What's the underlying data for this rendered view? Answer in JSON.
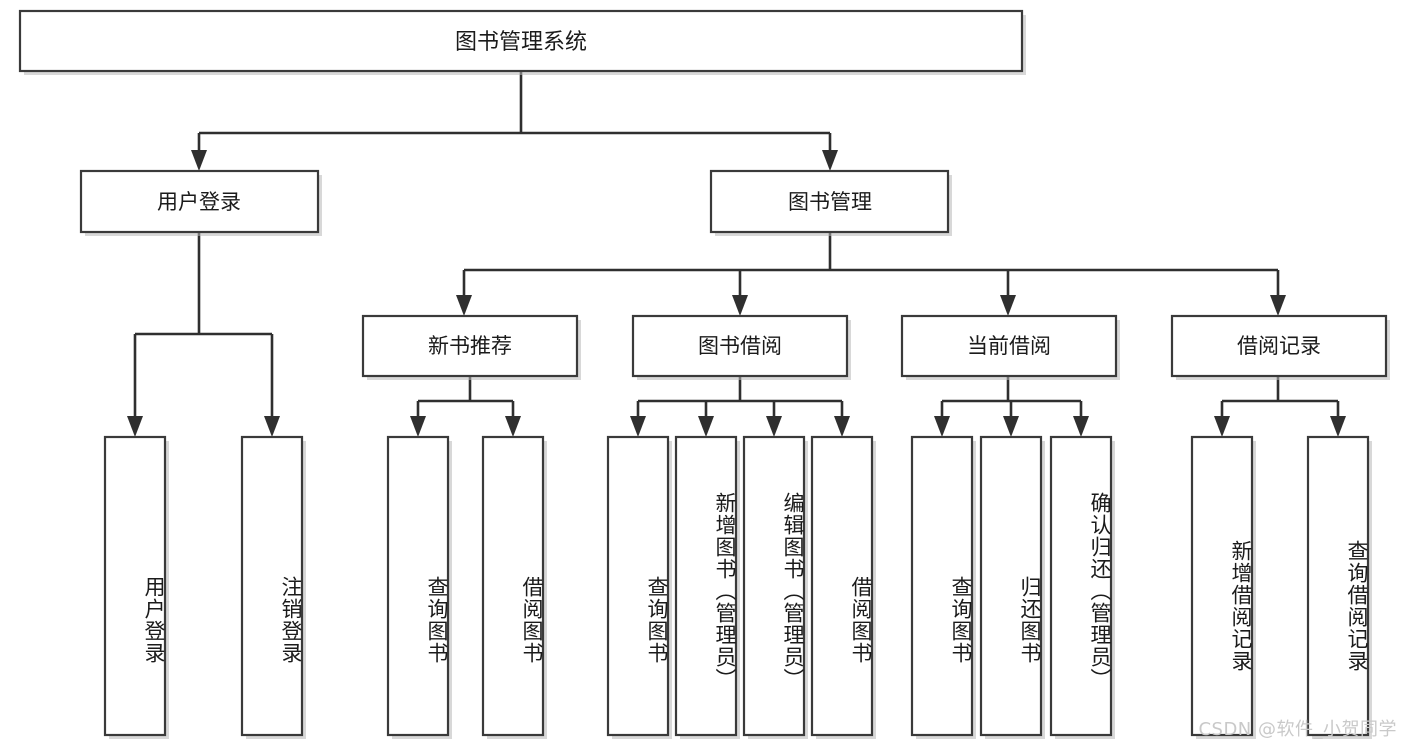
{
  "diagram": {
    "type": "tree",
    "title": "图书管理系统",
    "orientation": "top-down",
    "colors": {
      "box_stroke": "#3a3a3a",
      "box_fill": "#ffffff",
      "connector": "#2f2f2f",
      "text": "#1b1b1b",
      "watermark": "#c9c9c9",
      "background": "#ffffff"
    },
    "root": {
      "label": "图书管理系统"
    },
    "level2": [
      {
        "id": "user-login",
        "label": "用户登录"
      },
      {
        "id": "book-manage",
        "label": "图书管理"
      }
    ],
    "level3": [
      {
        "id": "new-book-rec",
        "label": "新书推荐",
        "parent": "book-manage"
      },
      {
        "id": "book-borrow",
        "label": "图书借阅",
        "parent": "book-manage"
      },
      {
        "id": "current-borrow",
        "label": "当前借阅",
        "parent": "book-manage"
      },
      {
        "id": "borrow-record",
        "label": "借阅记录",
        "parent": "book-manage"
      }
    ],
    "leaves": [
      {
        "id": "leaf-user-login",
        "label": "用户登录",
        "parent": "user-login"
      },
      {
        "id": "leaf-logout",
        "label": "注销登录",
        "parent": "user-login"
      },
      {
        "id": "leaf-query-book-1",
        "label": "查询图书",
        "parent": "new-book-rec"
      },
      {
        "id": "leaf-borrow-book-1",
        "label": "借阅图书",
        "parent": "new-book-rec"
      },
      {
        "id": "leaf-query-book-2",
        "label": "查询图书",
        "parent": "book-borrow"
      },
      {
        "id": "leaf-add-book",
        "label": "新增图书（管理员）",
        "parent": "book-borrow"
      },
      {
        "id": "leaf-edit-book",
        "label": "编辑图书（管理员）",
        "parent": "book-borrow"
      },
      {
        "id": "leaf-borrow-book-2",
        "label": "借阅图书",
        "parent": "book-borrow"
      },
      {
        "id": "leaf-query-book-3",
        "label": "查询图书",
        "parent": "current-borrow"
      },
      {
        "id": "leaf-return-book",
        "label": "归还图书",
        "parent": "current-borrow"
      },
      {
        "id": "leaf-confirm-return",
        "label": "确认归还（管理员）",
        "parent": "current-borrow"
      },
      {
        "id": "leaf-add-record",
        "label": "新增借阅记录",
        "parent": "borrow-record"
      },
      {
        "id": "leaf-query-record",
        "label": "查询借阅记录",
        "parent": "borrow-record"
      }
    ]
  },
  "watermark": {
    "text": "CSDN @软件_小贺同学"
  }
}
